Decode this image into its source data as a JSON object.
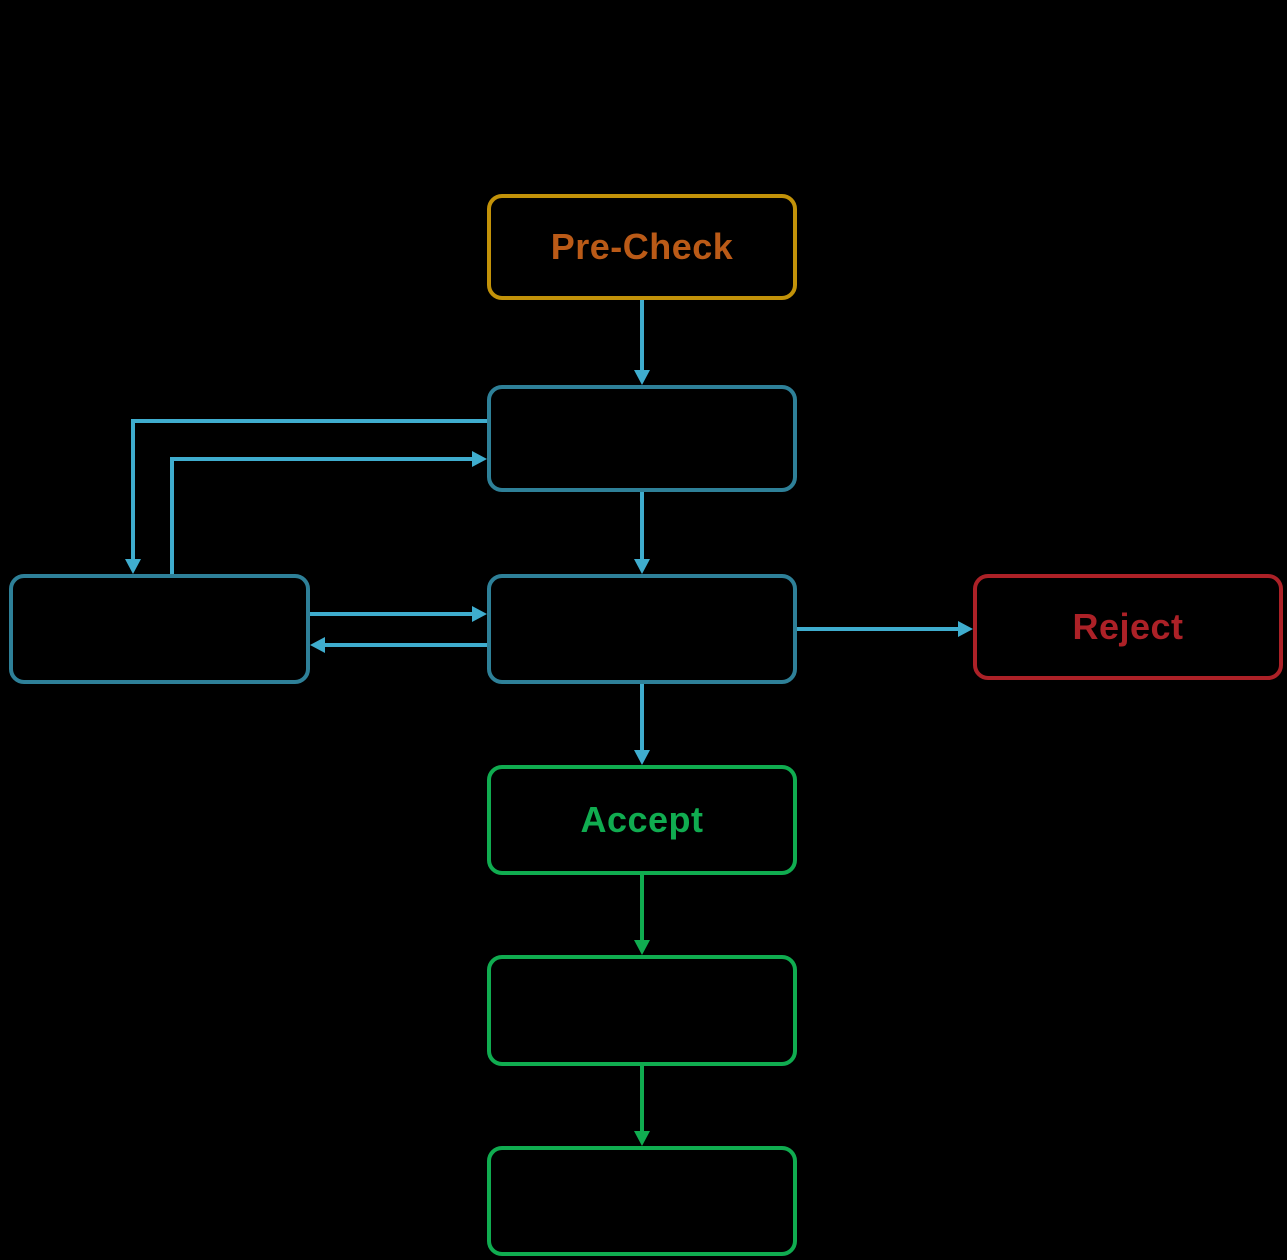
{
  "diagram": {
    "type": "flowchart",
    "nodes": [
      {
        "id": "pre-check",
        "label": "Pre-Check",
        "style": "gold-border-orange-text"
      },
      {
        "id": "step-2",
        "label": "",
        "style": "teal-border"
      },
      {
        "id": "side-left",
        "label": "",
        "style": "teal-border"
      },
      {
        "id": "step-3",
        "label": "",
        "style": "teal-border"
      },
      {
        "id": "reject",
        "label": "Reject",
        "style": "red-border-red-text"
      },
      {
        "id": "accept",
        "label": "Accept",
        "style": "green-border-green-text"
      },
      {
        "id": "step-5",
        "label": "",
        "style": "green-border"
      },
      {
        "id": "step-6",
        "label": "",
        "style": "green-border"
      }
    ],
    "edges": [
      {
        "from": "pre-check",
        "to": "step-2",
        "color": "cyan"
      },
      {
        "from": "step-2",
        "to": "step-3",
        "color": "cyan"
      },
      {
        "from": "step-2",
        "to": "side-left",
        "color": "cyan"
      },
      {
        "from": "side-left",
        "to": "step-2",
        "color": "cyan"
      },
      {
        "from": "side-left",
        "to": "step-3",
        "color": "cyan"
      },
      {
        "from": "step-3",
        "to": "side-left",
        "color": "cyan"
      },
      {
        "from": "step-3",
        "to": "reject",
        "color": "cyan"
      },
      {
        "from": "step-3",
        "to": "accept",
        "color": "cyan"
      },
      {
        "from": "accept",
        "to": "step-5",
        "color": "green"
      },
      {
        "from": "step-5",
        "to": "step-6",
        "color": "green"
      }
    ]
  },
  "colors": {
    "background": "#000000",
    "gold": "#C29209",
    "orange": "#BA5A17",
    "teal": "#2E8098",
    "cyan": "#3FADCE",
    "red": "#AC2127",
    "green": "#10AC50"
  }
}
